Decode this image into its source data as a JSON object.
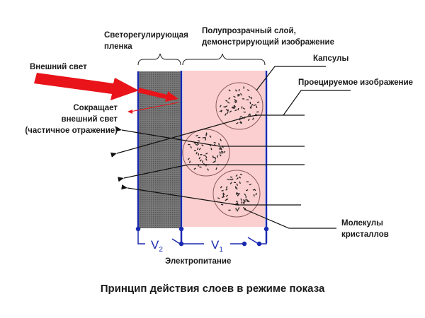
{
  "labels": {
    "film": [
      "Светорегулирующая",
      "пленка"
    ],
    "layer": [
      "Полупрозрачный слой,",
      "демонстрирующий изображение"
    ],
    "external_light": "Внешний свет",
    "reduces": [
      "Сокращает",
      "внешний свет",
      "(частичное отражение)"
    ],
    "capsules": "Капсулы",
    "projected": "Проецируемое изображение",
    "molecules": [
      "Молекулы",
      "кристаллов"
    ],
    "power": "Электропитание",
    "v2": "V",
    "v2_sub": "2",
    "v1": "V",
    "v1_sub": "1"
  },
  "title": "Принцип действия слоев в режиме показа",
  "colors": {
    "electrode": "#1a2ab0",
    "film": "#6e6e6e",
    "layer": "#fbcfcf",
    "light": "#e8141a",
    "line": "#111111"
  }
}
